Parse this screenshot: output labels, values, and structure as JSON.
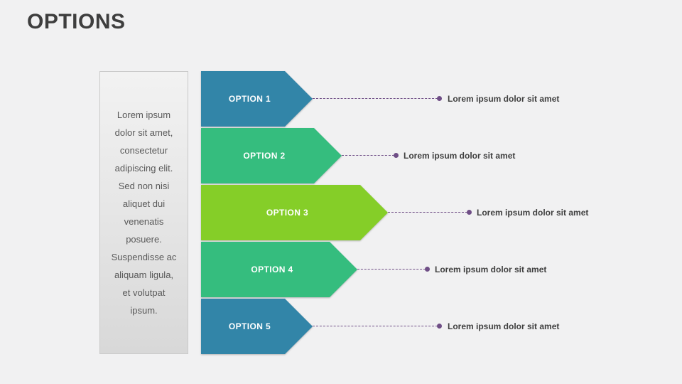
{
  "slide": {
    "title": "OPTIONS",
    "background_color": "#F1F1F2"
  },
  "intro_box": {
    "text": "Lorem ipsum\ndolor sit amet,\nconsectetur\nadipiscing elit.\nSed non nisi\naliquet dui\nvenenatis\nposuere.\nSuspendisse ac\naliquam ligula,\net volutpat\nipsum."
  },
  "options": [
    {
      "label": "OPTION 1",
      "description": "Lorem ipsum dolor sit amet",
      "color": "#3285A8"
    },
    {
      "label": "OPTION 2",
      "description": "Lorem ipsum dolor sit amet",
      "color": "#35BD7E"
    },
    {
      "label": "OPTION 3",
      "description": "Lorem ipsum dolor sit amet",
      "color": "#85CE28"
    },
    {
      "label": "OPTION 4",
      "description": "Lorem ipsum dolor sit amet",
      "color": "#35BD7E"
    },
    {
      "label": "OPTION 5",
      "description": "Lorem ipsum dolor sit amet",
      "color": "#3285A8"
    }
  ],
  "connector": {
    "color": "#6F4E86"
  }
}
